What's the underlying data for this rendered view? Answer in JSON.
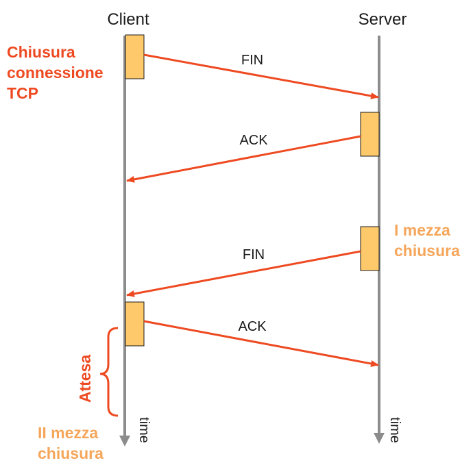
{
  "headers": {
    "client": "Client",
    "server": "Server"
  },
  "title_lines": [
    "Chiusura",
    "connessione",
    "TCP"
  ],
  "messages": {
    "fin1": "FIN",
    "ack1": "ACK",
    "fin2": "FIN",
    "ack2": "ACK"
  },
  "half_close_1": [
    "I mezza",
    "chiusura"
  ],
  "half_close_2": [
    "II mezza",
    "chiusura"
  ],
  "wait_label": "Attesa",
  "time_label_client": "time",
  "time_label_server": "time",
  "colors": {
    "timeline": "#8c8c8c",
    "arrow": "#ee4a22",
    "box_fill": "#fdc96b",
    "box_stroke": "#1a1a1a",
    "title": "#ee4a22",
    "half_close": "#f5a65b"
  }
}
